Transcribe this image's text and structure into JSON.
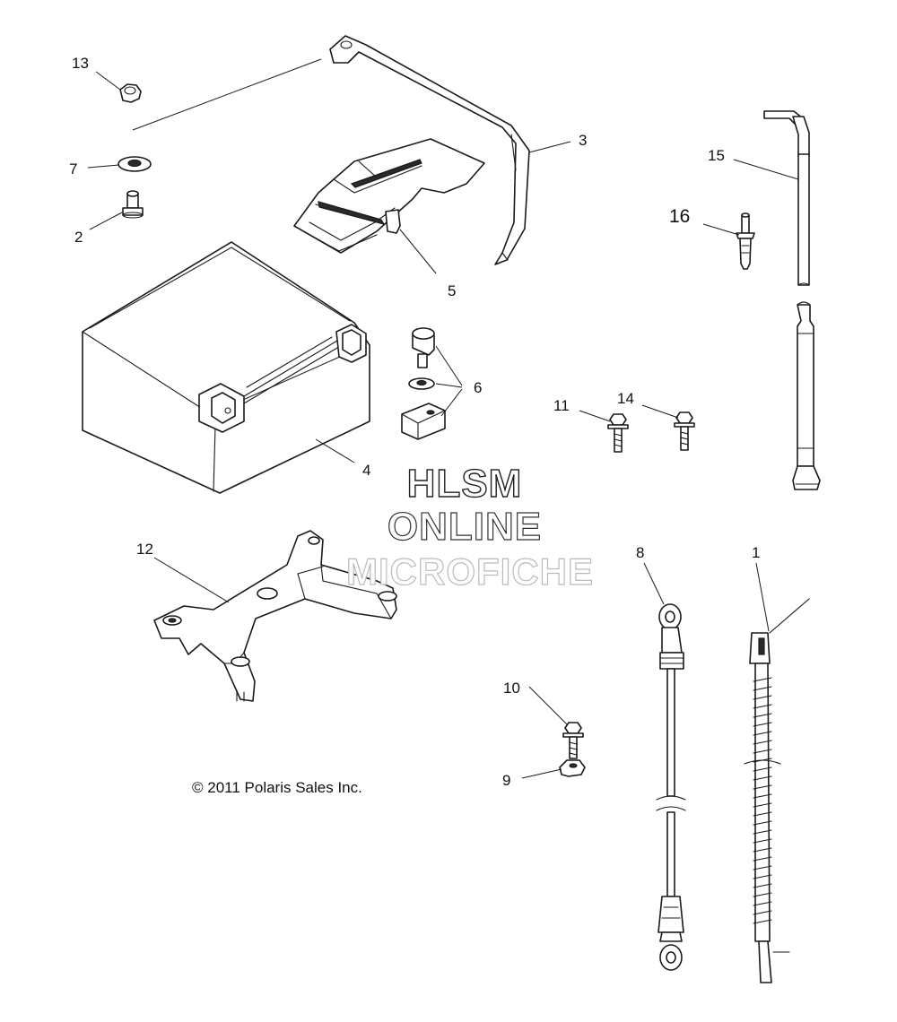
{
  "callouts": {
    "c1": "1",
    "c2": "2",
    "c3": "3",
    "c4": "4",
    "c5": "5",
    "c6": "6",
    "c7": "7",
    "c8": "8",
    "c9": "9",
    "c10": "10",
    "c11": "11",
    "c12": "12",
    "c13": "13",
    "c14": "14",
    "c15": "15",
    "c16": "16"
  },
  "watermark": {
    "line1": "HLSM",
    "line2": "ONLINE",
    "line3": "MICROFICHE"
  },
  "copyright": "© 2011 Polaris Sales Inc."
}
